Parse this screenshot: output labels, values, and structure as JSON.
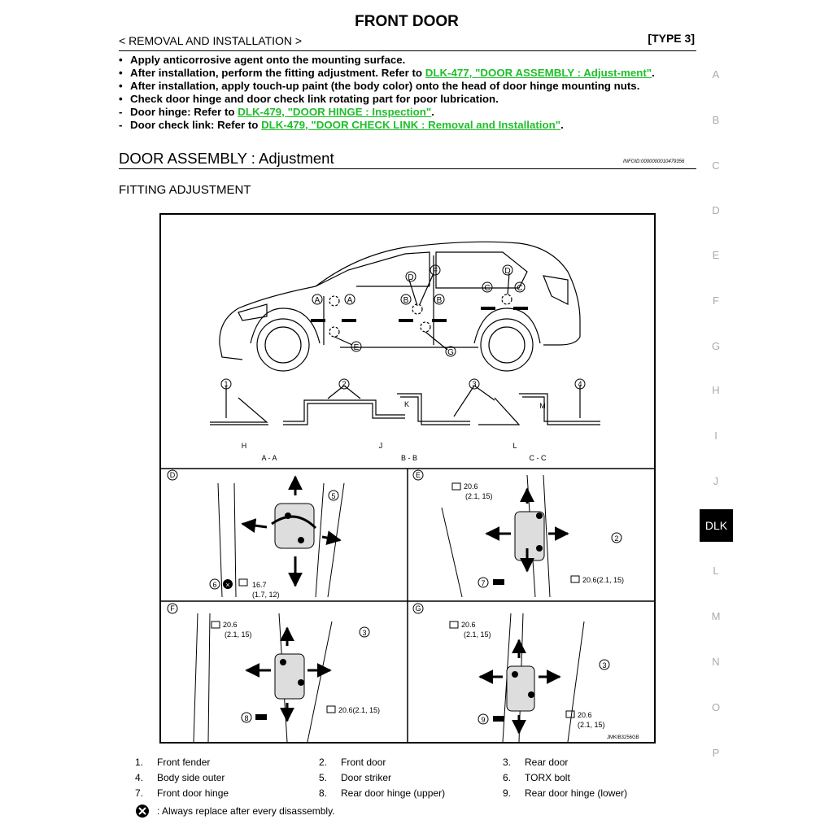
{
  "header": {
    "title": "FRONT DOOR",
    "section": "< REMOVAL AND INSTALLATION >",
    "type": "[TYPE 3]"
  },
  "bullets": [
    {
      "marker": "•",
      "pre": "Apply anticorrosive agent onto the mounting surface.",
      "link": "",
      "post": ""
    },
    {
      "marker": "•",
      "pre": "After installation, perform the fitting adjustment. Refer to ",
      "link": "DLK-477, \"DOOR ASSEMBLY : Adjust-ment\"",
      "post": "."
    },
    {
      "marker": "•",
      "pre": "After installation, apply touch-up paint (the body color) onto the head of door hinge mounting nuts.",
      "link": "",
      "post": ""
    },
    {
      "marker": "•",
      "pre": "Check door hinge and door check link rotating part for poor lubrication.",
      "link": "",
      "post": ""
    },
    {
      "marker": "-",
      "pre": "Door hinge: Refer to ",
      "link": "DLK-479, \"DOOR HINGE : Inspection\"",
      "post": "."
    },
    {
      "marker": "-",
      "pre": "Door check link: Refer to ",
      "link": "DLK-479, \"DOOR CHECK LINK : Removal and Installation\"",
      "post": "."
    }
  ],
  "heading": "DOOR ASSEMBLY : Adjustment",
  "infoid": "INFOID:0000000010479356",
  "subheading": "FITTING ADJUSTMENT",
  "side_index": [
    "A",
    "B",
    "C",
    "D",
    "E",
    "F",
    "G",
    "H",
    "I",
    "J",
    "DLK",
    "L",
    "M",
    "N",
    "O",
    "P"
  ],
  "figure": {
    "code": "JMKIB3256GB",
    "torque_d": "16.7",
    "torque_d_sub": "(1.7, 12)",
    "torque_std": "20.6",
    "torque_std_sub": "(2.1, 15)",
    "torque_inline": "20.6(2.1, 15)",
    "sections": [
      "A - A",
      "B - B",
      "C - C"
    ]
  },
  "legend": [
    {
      "num": "1.",
      "label": "Front fender"
    },
    {
      "num": "2.",
      "label": "Front door"
    },
    {
      "num": "3.",
      "label": "Rear door"
    },
    {
      "num": "4.",
      "label": "Body side outer"
    },
    {
      "num": "5.",
      "label": "Door striker"
    },
    {
      "num": "6.",
      "label": "TORX bolt"
    },
    {
      "num": "7.",
      "label": "Front door hinge"
    },
    {
      "num": "8.",
      "label": "Rear door hinge (upper)"
    },
    {
      "num": "9.",
      "label": "Rear door hinge (lower)"
    }
  ],
  "note": ": Always replace after every disassembly."
}
